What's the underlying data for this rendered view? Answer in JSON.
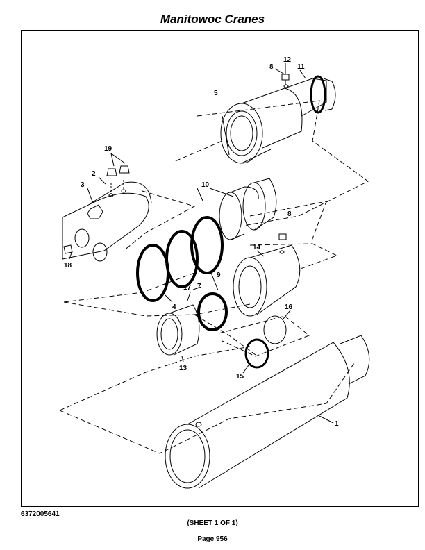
{
  "header": {
    "title": "Manitowoc Cranes"
  },
  "figure": {
    "callouts": [
      {
        "id": "c1",
        "label": "1"
      },
      {
        "id": "c2",
        "label": "2"
      },
      {
        "id": "c3",
        "label": "3"
      },
      {
        "id": "c4",
        "label": "4"
      },
      {
        "id": "c5",
        "label": "5"
      },
      {
        "id": "c7",
        "label": "7"
      },
      {
        "id": "c8a",
        "label": "8"
      },
      {
        "id": "c8b",
        "label": "8"
      },
      {
        "id": "c9",
        "label": "9"
      },
      {
        "id": "c10",
        "label": "10"
      },
      {
        "id": "c11",
        "label": "11"
      },
      {
        "id": "c12",
        "label": "12"
      },
      {
        "id": "c13",
        "label": "13"
      },
      {
        "id": "c14",
        "label": "14"
      },
      {
        "id": "c15",
        "label": "15"
      },
      {
        "id": "c16",
        "label": "16"
      },
      {
        "id": "c17",
        "label": "17"
      },
      {
        "id": "c18",
        "label": "18"
      },
      {
        "id": "c19",
        "label": "19"
      }
    ]
  },
  "footer": {
    "doc_number": "6372005641",
    "sheet": "(SHEET 1 OF 1)",
    "page": "Page 956"
  }
}
